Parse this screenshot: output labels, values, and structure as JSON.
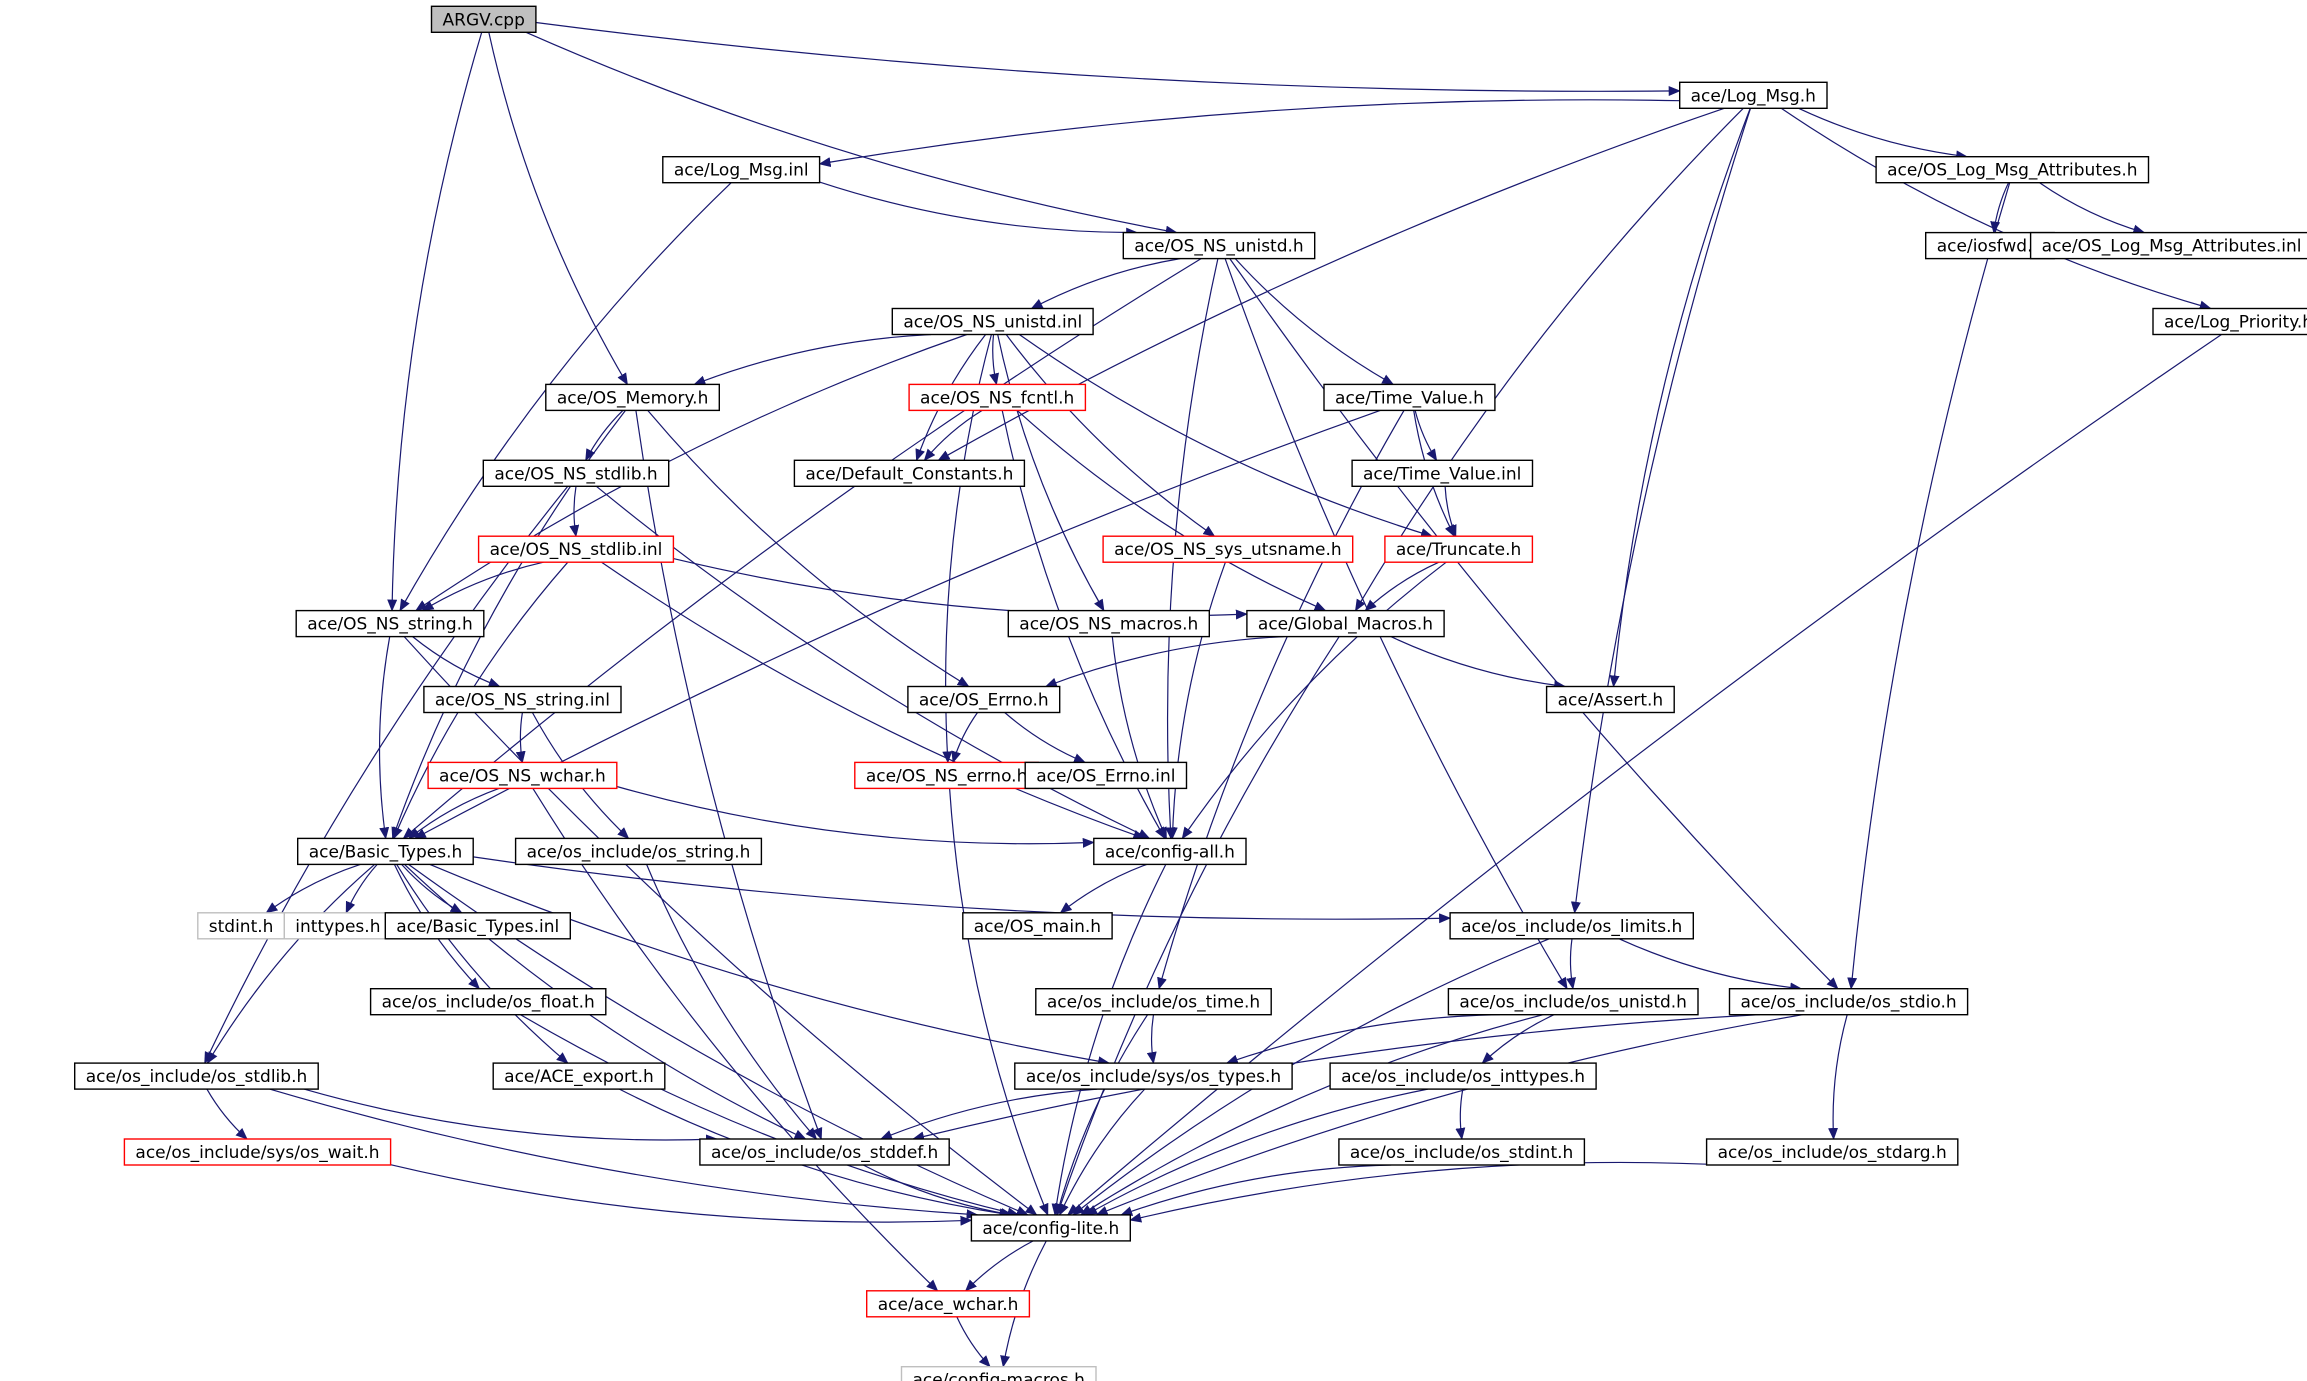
{
  "colors": {
    "edge": "#191970",
    "node_border_normal": "#000000",
    "node_border_missing": "#ff0000",
    "node_border_system": "#bfbfbf",
    "node_fill_root": "#bfbfbf",
    "node_fill": "#ffffff"
  },
  "nodes": [
    {
      "id": "argv_cpp",
      "label": "ARGV.cpp",
      "kind": "root"
    },
    {
      "id": "log_msg_h",
      "label": "ace/Log_Msg.h",
      "kind": "normal"
    },
    {
      "id": "log_msg_inl",
      "label": "ace/Log_Msg.inl",
      "kind": "normal"
    },
    {
      "id": "os_log_msg_attr_h",
      "label": "ace/OS_Log_Msg_Attributes.h",
      "kind": "normal"
    },
    {
      "id": "os_ns_unistd_h",
      "label": "ace/OS_NS_unistd.h",
      "kind": "normal"
    },
    {
      "id": "iosfwd_h",
      "label": "ace/iosfwd.h",
      "kind": "normal"
    },
    {
      "id": "os_log_msg_attr_inl",
      "label": "ace/OS_Log_Msg_Attributes.inl",
      "kind": "normal"
    },
    {
      "id": "os_ns_unistd_inl",
      "label": "ace/OS_NS_unistd.inl",
      "kind": "normal"
    },
    {
      "id": "log_priority_h",
      "label": "ace/Log_Priority.h",
      "kind": "normal"
    },
    {
      "id": "os_memory_h",
      "label": "ace/OS_Memory.h",
      "kind": "normal"
    },
    {
      "id": "os_ns_fcntl_h",
      "label": "ace/OS_NS_fcntl.h",
      "kind": "missing"
    },
    {
      "id": "time_value_h",
      "label": "ace/Time_Value.h",
      "kind": "normal"
    },
    {
      "id": "os_ns_stdlib_h",
      "label": "ace/OS_NS_stdlib.h",
      "kind": "normal"
    },
    {
      "id": "default_constants_h",
      "label": "ace/Default_Constants.h",
      "kind": "normal"
    },
    {
      "id": "time_value_inl",
      "label": "ace/Time_Value.inl",
      "kind": "normal"
    },
    {
      "id": "os_ns_stdlib_inl",
      "label": "ace/OS_NS_stdlib.inl",
      "kind": "missing"
    },
    {
      "id": "os_ns_sys_utsname_h",
      "label": "ace/OS_NS_sys_utsname.h",
      "kind": "missing"
    },
    {
      "id": "truncate_h",
      "label": "ace/Truncate.h",
      "kind": "missing"
    },
    {
      "id": "os_ns_string_h",
      "label": "ace/OS_NS_string.h",
      "kind": "normal"
    },
    {
      "id": "os_ns_macros_h",
      "label": "ace/OS_NS_macros.h",
      "kind": "normal"
    },
    {
      "id": "global_macros_h",
      "label": "ace/Global_Macros.h",
      "kind": "normal"
    },
    {
      "id": "os_ns_string_inl",
      "label": "ace/OS_NS_string.inl",
      "kind": "normal"
    },
    {
      "id": "os_errno_h",
      "label": "ace/OS_Errno.h",
      "kind": "normal"
    },
    {
      "id": "assert_h",
      "label": "ace/Assert.h",
      "kind": "normal"
    },
    {
      "id": "os_ns_wchar_h",
      "label": "ace/OS_NS_wchar.h",
      "kind": "missing"
    },
    {
      "id": "os_ns_errno_h",
      "label": "ace/OS_NS_errno.h",
      "kind": "missing"
    },
    {
      "id": "os_errno_inl",
      "label": "ace/OS_Errno.inl",
      "kind": "normal"
    },
    {
      "id": "basic_types_h",
      "label": "ace/Basic_Types.h",
      "kind": "normal"
    },
    {
      "id": "os_include_os_string_h",
      "label": "ace/os_include/os_string.h",
      "kind": "normal"
    },
    {
      "id": "config_all_h",
      "label": "ace/config-all.h",
      "kind": "normal"
    },
    {
      "id": "stdint_h",
      "label": "stdint.h",
      "kind": "system"
    },
    {
      "id": "inttypes_h",
      "label": "inttypes.h",
      "kind": "system"
    },
    {
      "id": "basic_types_inl",
      "label": "ace/Basic_Types.inl",
      "kind": "normal"
    },
    {
      "id": "os_main_h",
      "label": "ace/OS_main.h",
      "kind": "normal"
    },
    {
      "id": "os_include_os_limits_h",
      "label": "ace/os_include/os_limits.h",
      "kind": "normal"
    },
    {
      "id": "os_include_os_float_h",
      "label": "ace/os_include/os_float.h",
      "kind": "normal"
    },
    {
      "id": "os_include_os_time_h",
      "label": "ace/os_include/os_time.h",
      "kind": "normal"
    },
    {
      "id": "os_include_os_unistd_h",
      "label": "ace/os_include/os_unistd.h",
      "kind": "normal"
    },
    {
      "id": "os_include_os_stdio_h",
      "label": "ace/os_include/os_stdio.h",
      "kind": "normal"
    },
    {
      "id": "os_include_os_stdlib_h",
      "label": "ace/os_include/os_stdlib.h",
      "kind": "normal"
    },
    {
      "id": "ace_export_h",
      "label": "ace/ACE_export.h",
      "kind": "normal"
    },
    {
      "id": "os_include_sys_os_types_h",
      "label": "ace/os_include/sys/os_types.h",
      "kind": "normal"
    },
    {
      "id": "os_include_os_inttypes_h",
      "label": "ace/os_include/os_inttypes.h",
      "kind": "normal"
    },
    {
      "id": "os_include_sys_os_wait_h",
      "label": "ace/os_include/sys/os_wait.h",
      "kind": "missing"
    },
    {
      "id": "os_include_os_stddef_h",
      "label": "ace/os_include/os_stddef.h",
      "kind": "normal"
    },
    {
      "id": "os_include_os_stdint_h",
      "label": "ace/os_include/os_stdint.h",
      "kind": "normal"
    },
    {
      "id": "os_include_os_stdarg_h",
      "label": "ace/os_include/os_stdarg.h",
      "kind": "normal"
    },
    {
      "id": "config_lite_h",
      "label": "ace/config-lite.h",
      "kind": "normal"
    },
    {
      "id": "ace_wchar_h",
      "label": "ace/ace_wchar.h",
      "kind": "missing"
    },
    {
      "id": "config_macros_h",
      "label": "ace/config-macros.h",
      "kind": "system"
    }
  ],
  "edges": [
    [
      "argv_cpp",
      "log_msg_h"
    ],
    [
      "argv_cpp",
      "os_ns_unistd_h"
    ],
    [
      "argv_cpp",
      "os_memory_h"
    ],
    [
      "argv_cpp",
      "os_ns_string_h"
    ],
    [
      "log_msg_h",
      "log_msg_inl"
    ],
    [
      "log_msg_h",
      "os_log_msg_attr_h"
    ],
    [
      "log_msg_h",
      "log_priority_h"
    ],
    [
      "log_msg_h",
      "default_constants_h"
    ],
    [
      "log_msg_h",
      "global_macros_h"
    ],
    [
      "log_msg_h",
      "assert_h"
    ],
    [
      "log_msg_h",
      "os_include_os_limits_h"
    ],
    [
      "log_msg_inl",
      "os_ns_unistd_h"
    ],
    [
      "log_msg_inl",
      "os_ns_string_h"
    ],
    [
      "os_log_msg_attr_h",
      "iosfwd_h"
    ],
    [
      "os_log_msg_attr_h",
      "os_log_msg_attr_inl"
    ],
    [
      "os_log_msg_attr_h",
      "os_include_os_stdio_h"
    ],
    [
      "os_ns_unistd_h",
      "os_ns_unistd_inl"
    ],
    [
      "os_ns_unistd_h",
      "time_value_h"
    ],
    [
      "os_ns_unistd_h",
      "basic_types_h"
    ],
    [
      "os_ns_unistd_h",
      "config_all_h"
    ],
    [
      "os_ns_unistd_h",
      "os_include_os_unistd_h"
    ],
    [
      "os_ns_unistd_h",
      "os_include_os_stdio_h"
    ],
    [
      "log_priority_h",
      "config_lite_h"
    ],
    [
      "os_ns_unistd_inl",
      "os_memory_h"
    ],
    [
      "os_ns_unistd_inl",
      "os_ns_fcntl_h"
    ],
    [
      "os_ns_unistd_inl",
      "default_constants_h"
    ],
    [
      "os_ns_unistd_inl",
      "os_ns_sys_utsname_h"
    ],
    [
      "os_ns_unistd_inl",
      "truncate_h"
    ],
    [
      "os_ns_unistd_inl",
      "os_ns_macros_h"
    ],
    [
      "os_ns_unistd_inl",
      "os_ns_errno_h"
    ],
    [
      "os_ns_unistd_inl",
      "os_ns_string_h"
    ],
    [
      "os_memory_h",
      "os_ns_stdlib_h"
    ],
    [
      "os_memory_h",
      "os_errno_h"
    ],
    [
      "os_memory_h",
      "basic_types_h"
    ],
    [
      "os_memory_h",
      "os_include_os_stddef_h"
    ],
    [
      "os_ns_fcntl_h",
      "default_constants_h"
    ],
    [
      "os_ns_fcntl_h",
      "global_macros_h"
    ],
    [
      "os_ns_fcntl_h",
      "config_all_h"
    ],
    [
      "time_value_h",
      "time_value_inl"
    ],
    [
      "time_value_h",
      "truncate_h"
    ],
    [
      "time_value_h",
      "basic_types_h"
    ],
    [
      "time_value_h",
      "os_include_os_time_h"
    ],
    [
      "time_value_inl",
      "truncate_h"
    ],
    [
      "os_ns_stdlib_h",
      "os_ns_stdlib_inl"
    ],
    [
      "os_ns_stdlib_h",
      "os_include_os_stdlib_h"
    ],
    [
      "os_ns_stdlib_h",
      "config_all_h"
    ],
    [
      "os_ns_stdlib_inl",
      "os_ns_string_h"
    ],
    [
      "os_ns_stdlib_inl",
      "global_macros_h"
    ],
    [
      "os_ns_stdlib_inl",
      "basic_types_h"
    ],
    [
      "os_ns_stdlib_inl",
      "config_all_h"
    ],
    [
      "os_ns_sys_utsname_h",
      "config_all_h"
    ],
    [
      "truncate_h",
      "global_macros_h"
    ],
    [
      "truncate_h",
      "config_all_h"
    ],
    [
      "os_ns_string_h",
      "os_ns_string_inl"
    ],
    [
      "os_ns_string_h",
      "basic_types_h"
    ],
    [
      "os_ns_string_h",
      "config_lite_h"
    ],
    [
      "os_ns_macros_h",
      "config_all_h"
    ],
    [
      "global_macros_h",
      "assert_h"
    ],
    [
      "global_macros_h",
      "os_errno_h"
    ],
    [
      "global_macros_h",
      "config_lite_h"
    ],
    [
      "os_ns_string_inl",
      "os_ns_wchar_h"
    ],
    [
      "os_ns_string_inl",
      "os_include_os_string_h"
    ],
    [
      "os_errno_h",
      "os_ns_errno_h"
    ],
    [
      "os_errno_h",
      "os_errno_inl"
    ],
    [
      "os_ns_wchar_h",
      "basic_types_h"
    ],
    [
      "os_ns_wchar_h",
      "config_all_h"
    ],
    [
      "os_ns_wchar_h",
      "ace_wchar_h"
    ],
    [
      "os_ns_errno_h",
      "config_lite_h"
    ],
    [
      "basic_types_h",
      "stdint_h"
    ],
    [
      "basic_types_h",
      "inttypes_h"
    ],
    [
      "basic_types_h",
      "basic_types_inl"
    ],
    [
      "basic_types_h",
      "os_include_os_limits_h"
    ],
    [
      "basic_types_h",
      "os_include_os_float_h"
    ],
    [
      "basic_types_h",
      "ace_export_h"
    ],
    [
      "basic_types_h",
      "os_include_os_stdlib_h"
    ],
    [
      "basic_types_h",
      "os_include_sys_os_types_h"
    ],
    [
      "basic_types_h",
      "os_include_os_stddef_h"
    ],
    [
      "basic_types_h",
      "config_lite_h"
    ],
    [
      "os_include_os_string_h",
      "os_include_os_stddef_h"
    ],
    [
      "config_all_h",
      "os_main_h"
    ],
    [
      "config_all_h",
      "config_lite_h"
    ],
    [
      "os_include_os_limits_h",
      "os_include_os_unistd_h"
    ],
    [
      "os_include_os_limits_h",
      "os_include_os_stdio_h"
    ],
    [
      "os_include_os_limits_h",
      "config_lite_h"
    ],
    [
      "os_include_os_float_h",
      "config_lite_h"
    ],
    [
      "os_include_os_time_h",
      "os_include_sys_os_types_h"
    ],
    [
      "os_include_os_time_h",
      "config_lite_h"
    ],
    [
      "os_include_os_unistd_h",
      "os_include_sys_os_types_h"
    ],
    [
      "os_include_os_unistd_h",
      "os_include_os_inttypes_h"
    ],
    [
      "os_include_os_unistd_h",
      "config_lite_h"
    ],
    [
      "os_include_os_stdio_h",
      "os_include_os_stdarg_h"
    ],
    [
      "os_include_os_stdio_h",
      "os_include_os_stddef_h"
    ],
    [
      "os_include_os_stdio_h",
      "config_lite_h"
    ],
    [
      "os_include_os_stdlib_h",
      "os_include_sys_os_wait_h"
    ],
    [
      "os_include_os_stdlib_h",
      "os_include_os_stddef_h"
    ],
    [
      "os_include_os_stdlib_h",
      "config_lite_h"
    ],
    [
      "ace_export_h",
      "config_lite_h"
    ],
    [
      "os_include_sys_os_types_h",
      "os_include_os_stddef_h"
    ],
    [
      "os_include_sys_os_types_h",
      "config_lite_h"
    ],
    [
      "os_include_os_inttypes_h",
      "os_include_os_stdint_h"
    ],
    [
      "os_include_os_inttypes_h",
      "config_lite_h"
    ],
    [
      "os_include_sys_os_wait_h",
      "config_lite_h"
    ],
    [
      "os_include_os_stddef_h",
      "config_lite_h"
    ],
    [
      "os_include_os_stdint_h",
      "config_lite_h"
    ],
    [
      "os_include_os_stdarg_h",
      "config_lite_h"
    ],
    [
      "config_lite_h",
      "ace_wchar_h"
    ],
    [
      "config_lite_h",
      "config_macros_h"
    ],
    [
      "ace_wchar_h",
      "config_macros_h"
    ]
  ]
}
